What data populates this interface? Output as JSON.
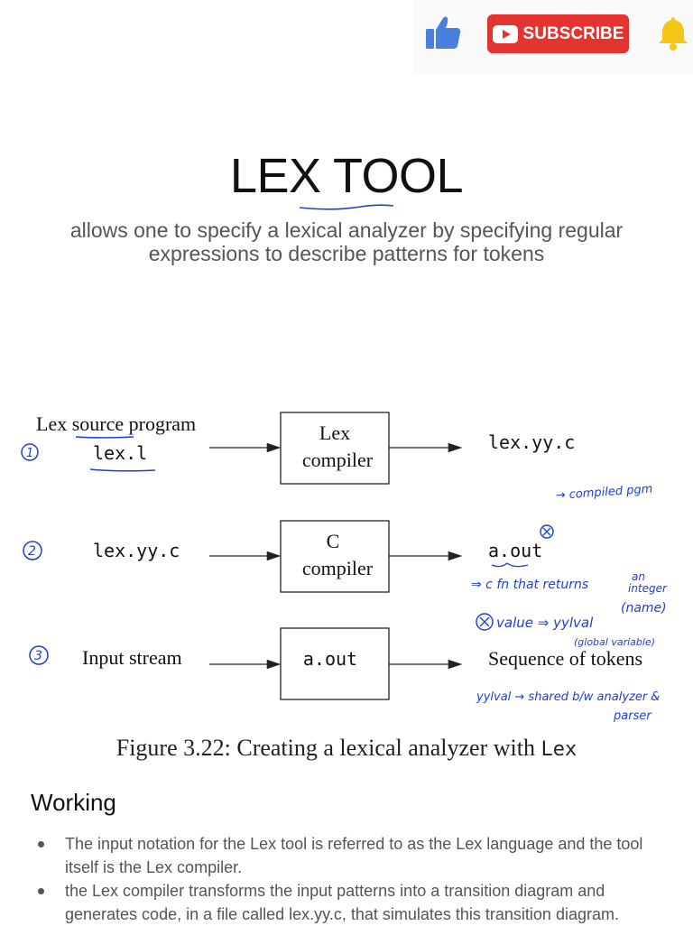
{
  "toolbar": {
    "subscribe_label": "SUBSCRIBE",
    "icons": [
      "like-icon",
      "youtube-play-icon",
      "bell-icon"
    ],
    "subscribe_color": "#e3342f",
    "like_color": "#4a7fe0",
    "bell_color": "#f5c518"
  },
  "title": "LEX TOOL",
  "subtitle": "allows one to specify a lexical analyzer by specifying regular expressions to describe patterns for tokens",
  "diagram": {
    "rows": [
      {
        "marker": "1",
        "input_top": "Lex source program",
        "input": "lex.l",
        "box_lines": [
          "Lex",
          "compiler"
        ],
        "output": "lex.yy.c"
      },
      {
        "marker": "2",
        "input": "lex.yy.c",
        "box_lines": [
          "C",
          "compiler"
        ],
        "output": "a.out"
      },
      {
        "marker": "3",
        "input": "Input stream",
        "box_lines": [
          "a.out"
        ],
        "output": "Sequence of tokens"
      }
    ],
    "notes": {
      "compiled": "→ compiled pgm",
      "cfn": "⇒ c fn that returns",
      "an": "an",
      "integer": "integer",
      "value": "value ⇒ yylval",
      "name": "(name)",
      "global": "(global variable)",
      "shared": "yylval → shared b/w analyzer &",
      "parser": "parser"
    },
    "ink_color": "#1e3fd0"
  },
  "caption": {
    "prefix": "Figure 3.22: Creating a lexical analyzer with ",
    "code": "Lex"
  },
  "working": {
    "heading": "Working",
    "bullets": [
      "The input notation for the Lex tool is referred to as the Lex language and the tool itself is the Lex compiler.",
      "the Lex compiler transforms the input patterns into a transition diagram and generates code, in a file called lex.yy.c, that simulates this transition diagram."
    ]
  }
}
